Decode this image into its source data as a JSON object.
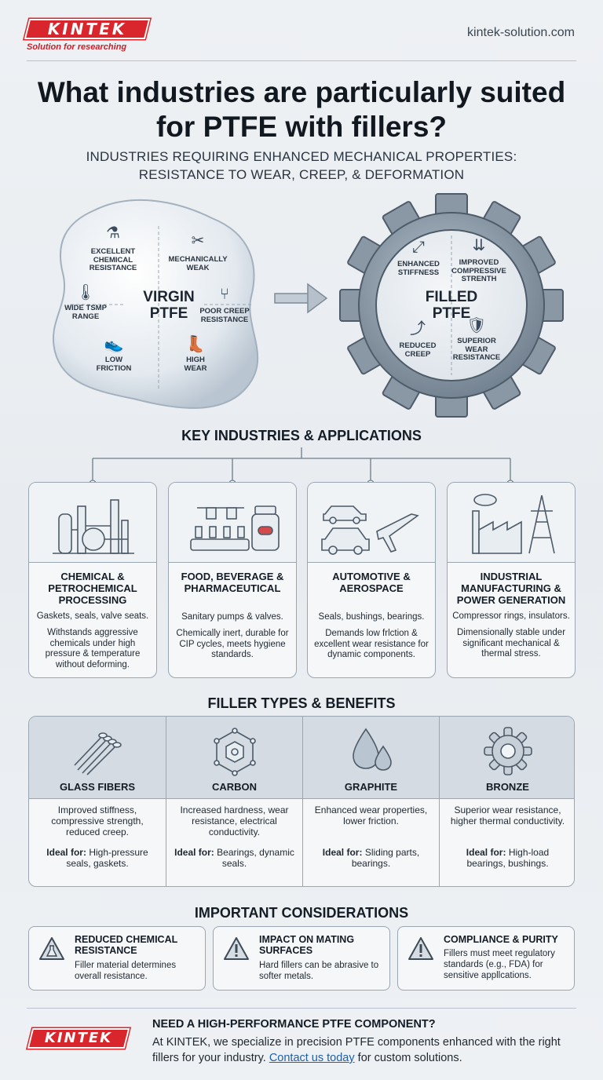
{
  "header": {
    "brand": "KINTEK",
    "tagline": "Solution for researching",
    "site": "kintek-solution.com"
  },
  "title": "What industries are particularly suited for PTFE with fillers?",
  "subtitle_line1": "INDUSTRIES REQUIRING ENHANCED MECHANICAL PROPERTIES:",
  "subtitle_line2": "RESISTANCE TO WEAR, CREEP, & DEFORMATION",
  "virgin": {
    "label_line1": "VIRGIN",
    "label_line2": "PTFE",
    "props": [
      {
        "l1": "EXCELLENT",
        "l2": "CHEMICAL",
        "l3": "RESISTANCE",
        "icon": "flask-icon"
      },
      {
        "l1": "MECHANICALLY",
        "l2": "WEAK",
        "l3": "",
        "icon": "tools-icon"
      },
      {
        "l1": "WIDE TSMP",
        "l2": "RANGE",
        "l3": "",
        "icon": "thermometer-icon"
      },
      {
        "l1": "POOR CREEP",
        "l2": "RESISTANCE",
        "l3": "",
        "icon": "chair-icon"
      },
      {
        "l1": "LOW",
        "l2": "FRICTION",
        "l3": "",
        "icon": "shoe-icon"
      },
      {
        "l1": "HIGH",
        "l2": "WEAR",
        "l3": "",
        "icon": "boot-icon"
      }
    ]
  },
  "filled": {
    "label_line1": "FILLED",
    "label_line2": "PTFE",
    "props": [
      {
        "l1": "ENHANCED",
        "l2": "STIFFNESS",
        "l3": "",
        "icon": "expand-arrows-icon"
      },
      {
        "l1": "IMPROVED",
        "l2": "COMPRESSIVE",
        "l3": "STRENTH",
        "icon": "compress-icon"
      },
      {
        "l1": "REDUCED",
        "l2": "CREEP",
        "l3": "",
        "icon": "curve-icon"
      },
      {
        "l1": "SUPERIOR",
        "l2": "WEAR",
        "l3": "RESISTANCE",
        "icon": "shield-check-icon"
      }
    ]
  },
  "industries_title": "KEY INDUSTRIES & APPLICATIONS",
  "industries": [
    {
      "title_l1": "CHEMICAL &",
      "title_l2": "PETROCHEMICAL",
      "title_l3": "PROCESSING",
      "apps": "Gaskets, seals, valve seats.",
      "desc": "Withstands aggressive chemicals under high pressure & temperature without deforming.",
      "icon": "refinery-icon"
    },
    {
      "title_l1": "FOOD, BEVERAGE &",
      "title_l2": "PHARMACEUTICAL",
      "title_l3": "",
      "apps": "Sanitary pumps & valves.",
      "desc": "Chemically inert, durable for CIP cycles, meets hygiene standards.",
      "icon": "bottling-line-icon"
    },
    {
      "title_l1": "AUTOMOTIVE &",
      "title_l2": "AEROSPACE",
      "title_l3": "",
      "apps": "Seals, bushings, bearings.",
      "desc": "Demands low frlction & excellent wear resistance for dynamic components.",
      "icon": "car-plane-icon"
    },
    {
      "title_l1": "INDUSTRIAL",
      "title_l2": "MANUFACTURING &",
      "title_l3": "POWER GENERATION",
      "apps": "Compressor rings, insulators.",
      "desc": "Dimensionally stable under significant mechanical & thermal stress.",
      "icon": "factory-pylon-icon"
    }
  ],
  "fillers_title": "FILLER TYPES & BENEFITS",
  "ideal_label": "Ideal for:",
  "fillers": [
    {
      "name": "GLASS FIBERS",
      "desc": "Improved stiffness, compressive strength, reduced creep.",
      "ideal": "High-pressure seals, gaskets.",
      "icon": "fiber-bundle-icon"
    },
    {
      "name": "CARBON",
      "desc": "Increased hardness, wear resistance, electrical conductivity.",
      "ideal": "Bearings, dynamic seals.",
      "icon": "molecule-icon"
    },
    {
      "name": "GRAPHITE",
      "desc": "Enhanced wear properties, lower friction.",
      "ideal": "Sliding parts, bearings.",
      "icon": "droplets-icon"
    },
    {
      "name": "BRONZE",
      "desc": "Superior wear resistance, higher thermal conductivity.",
      "ideal": "High-load bearings, bushings.",
      "icon": "gear-icon"
    }
  ],
  "considerations_title": "IMPORTANT CONSIDERATIONS",
  "considerations": [
    {
      "title_l1": "REDUCED CHEMICAL",
      "title_l2": "RESISTANCE",
      "text": "Filler material determines overall resistance.",
      "icon": "warning-flask-icon"
    },
    {
      "title_l1": "IMPACT ON MATING",
      "title_l2": "SURFACES",
      "text": "Hard fillers can be abrasive to softer metals.",
      "icon": "warning-icon"
    },
    {
      "title_l1": "COMPLIANCE & PURITY",
      "title_l2": "",
      "text": "Fillers must meet regulatory standards (e.g., FDA) for sensitive appllcations.",
      "icon": "warning-icon"
    }
  ],
  "cta": {
    "brand": "KINTEK",
    "title": "NEED A HIGH-PERFORMANCE PTFE COMPONENT?",
    "body_before": "At KINTEK, we specialize in precision PTFE components enhanced with the right fillers for your industry. ",
    "link": "Contact us today",
    "body_after": " for custom solutions."
  },
  "colors": {
    "brand_red": "#d8262c",
    "link_blue": "#1f5fa6",
    "panel_border": "#9aa6b2"
  }
}
